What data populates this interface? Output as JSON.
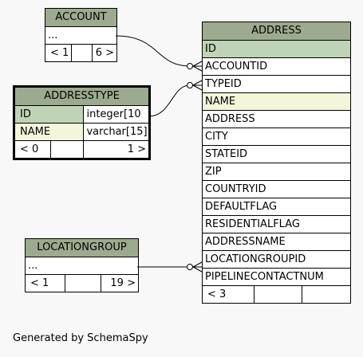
{
  "account": {
    "title": "ACCOUNT",
    "row": "...",
    "footer": [
      "< 1",
      "",
      "6 >"
    ]
  },
  "addresstype": {
    "title": "ADDRESSTYPE",
    "rows": [
      {
        "name": "ID",
        "type": "integer[10"
      },
      {
        "name": "NAME",
        "type": "varchar[15]"
      }
    ],
    "footer": [
      "< 0",
      "",
      "1 >"
    ]
  },
  "locationgroup": {
    "title": "LOCATIONGROUP",
    "row": "...",
    "footer": [
      "< 1",
      "",
      "19 >"
    ]
  },
  "address": {
    "title": "ADDRESS",
    "columns": [
      "ID",
      "ACCOUNTID",
      "TYPEID",
      "NAME",
      "ADDRESS",
      "CITY",
      "STATEID",
      "ZIP",
      "COUNTRYID",
      "DEFAULTFLAG",
      "RESIDENTIALFLAG",
      "ADDRESSNAME",
      "LOCATIONGROUPID",
      "PIPELINECONTACTNUM"
    ],
    "footer": [
      "< 3",
      "",
      ""
    ]
  },
  "caption": "Generated by SchemaSpy",
  "colors": {
    "header": "#9caa8f",
    "primary_key": "#bfd3b6",
    "indexed": "#f4f6dc"
  }
}
